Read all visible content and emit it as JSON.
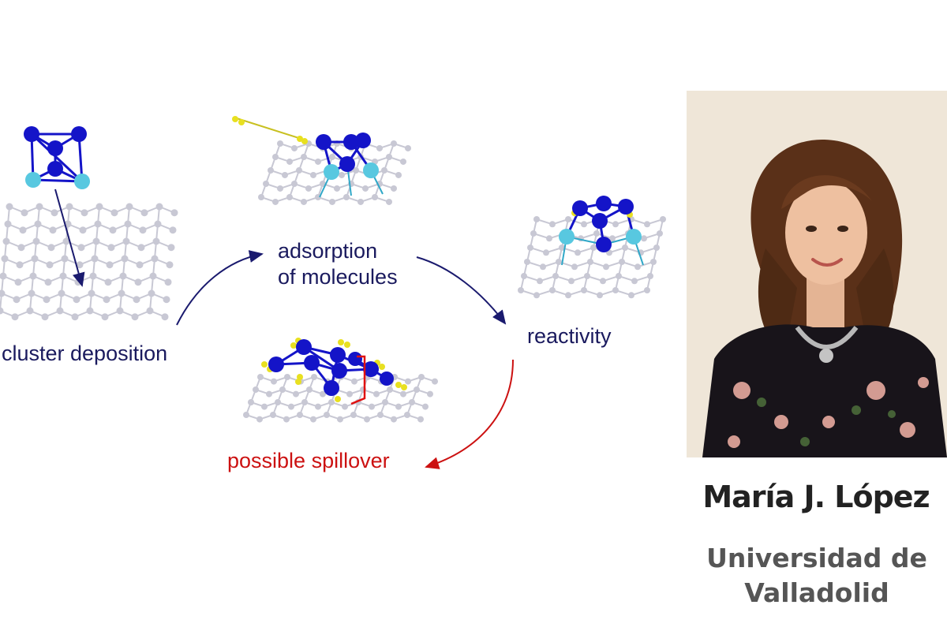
{
  "diagram": {
    "labels": {
      "deposition": "cluster deposition",
      "adsorption": [
        "adsorption",
        "of molecules"
      ],
      "reactivity": "reactivity",
      "spillover": "possible spillover"
    },
    "colors": {
      "label_text": "#1a1a5e",
      "spillover_text": "#cc1111",
      "arrow": "#1a1a6e",
      "carbon": "#c8c8d4",
      "cluster": "#1414c8",
      "cluster_light": "#58c8e0",
      "hydrogen": "#e8e020"
    }
  },
  "profile": {
    "name": "María J. López",
    "affiliation": [
      "Universidad de",
      "Valladolid"
    ]
  }
}
